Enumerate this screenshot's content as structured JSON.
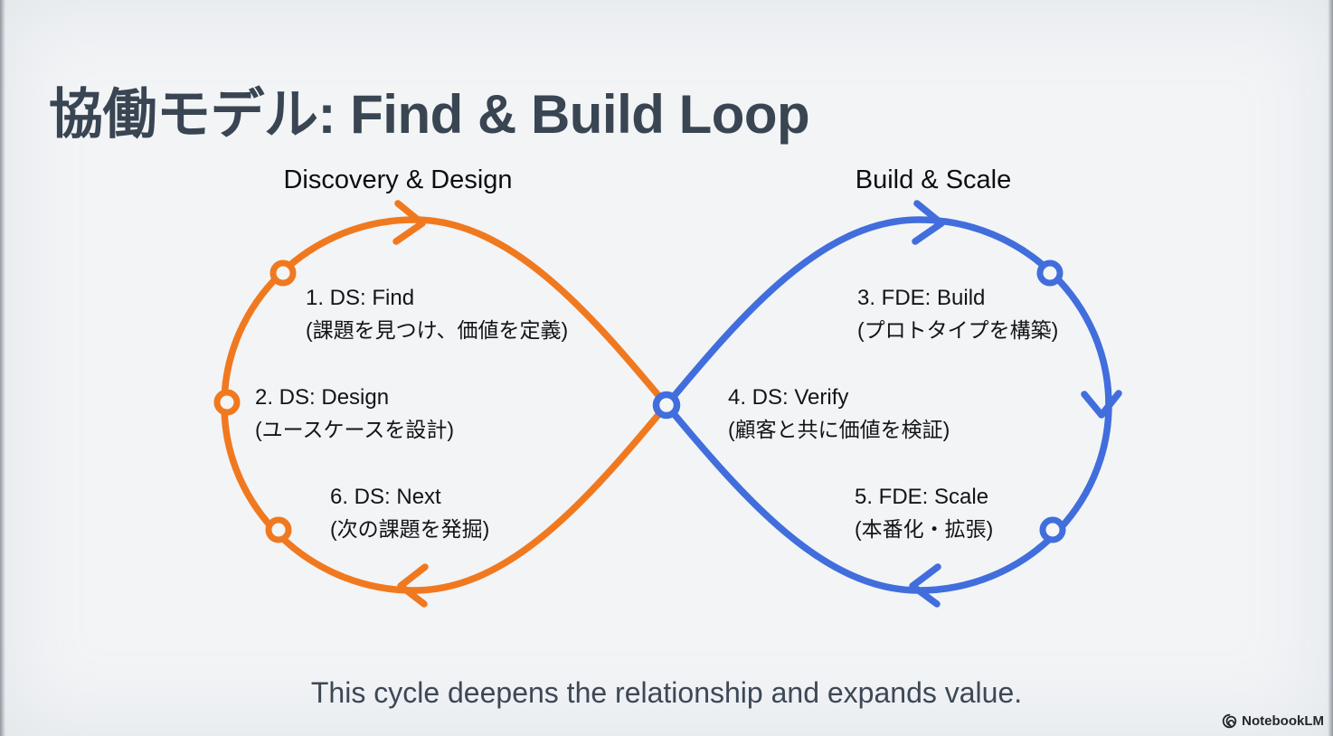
{
  "page": {
    "title": "協働モデル: Find & Build Loop",
    "footer_text": "This cycle deepens the relationship and expands value."
  },
  "colors": {
    "orange": "#F0791F",
    "blue": "#416EDC",
    "background": "#F2F4F6",
    "node_fill": "#F3F5F7",
    "title_color": "#394552",
    "footer_color": "#3D4856"
  },
  "loops": {
    "left": {
      "label": "Discovery & Design",
      "nodes": [
        {
          "title": "1. DS: Find",
          "subtitle": "(課題を見つけ、価値を定義)"
        },
        {
          "title": "2. DS: Design",
          "subtitle": "(ユースケースを設計)"
        },
        {
          "title": "6. DS: Next",
          "subtitle": "(次の課題を発掘)"
        }
      ]
    },
    "right": {
      "label": "Build & Scale",
      "nodes": [
        {
          "title": "3. FDE: Build",
          "subtitle": "(プロトタイプを構築)"
        },
        {
          "title": "4. DS: Verify",
          "subtitle": "(顧客と共に価値を検証)"
        },
        {
          "title": "5. FDE: Scale",
          "subtitle": "(本番化・拡張)"
        }
      ]
    }
  },
  "watermark": {
    "icon": "notebooklm-swirl",
    "label": "NotebookLM"
  }
}
